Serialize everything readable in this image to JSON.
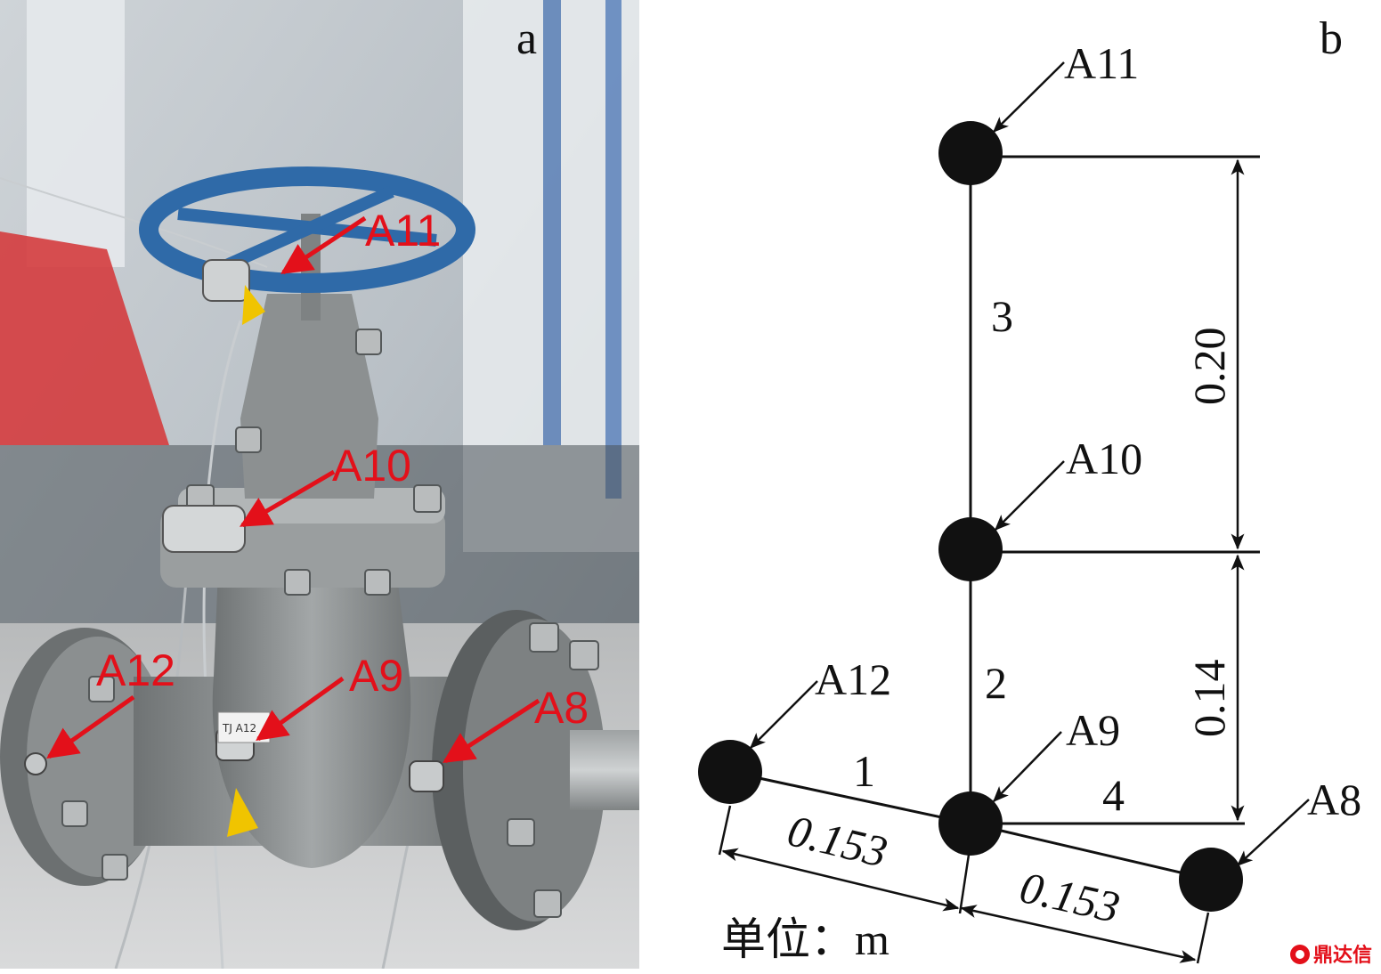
{
  "panels": {
    "a": "a",
    "b": "b"
  },
  "photo": {
    "labels": {
      "A11": "A11",
      "A10": "A10",
      "A12": "A12",
      "A9": "A9",
      "A8": "A8"
    },
    "tag_text": "TJ A12"
  },
  "diagram": {
    "points": {
      "A11": "A11",
      "A10": "A10",
      "A12": "A12",
      "A9": "A9",
      "A8": "A8"
    },
    "segments": {
      "s1": "1",
      "s2": "2",
      "s3": "3",
      "s4": "4"
    },
    "dimensions": {
      "d_top": "0.20",
      "d_mid": "0.14",
      "d_left": "0.153",
      "d_right": "0.153"
    },
    "unit": "单位：m"
  },
  "watermark": "鼎达信",
  "colors": {
    "arrow_red": "#e3101a",
    "valve_gray": "#8e9293",
    "handwheel_blue": "#2f6aa8"
  }
}
